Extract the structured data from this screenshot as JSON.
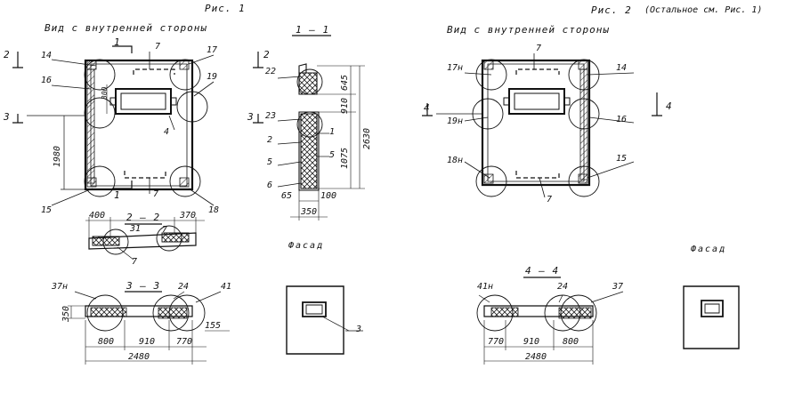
{
  "fig1": {
    "title": "Рис. 1",
    "subtitle": "Вид с внутренней стороны",
    "section_11": "1 — 1",
    "section_22": "2 — 2",
    "section_33": "3 — 3",
    "facade": "Фасад",
    "callouts": {
      "c14": "14",
      "c16": "16",
      "c17": "17",
      "c19": "19",
      "c15": "15",
      "c18": "18",
      "c7a": "7",
      "c7b": "7",
      "c7c": "7",
      "c7d": "7",
      "c4": "4",
      "c22": "22",
      "c23": "23",
      "c2a": "2",
      "c5a": "5",
      "c6": "6",
      "c1": "1",
      "c5b": "5",
      "c37n": "37н",
      "c24": "24",
      "c41": "41",
      "c3": "3",
      "c31": "31"
    },
    "cuts": {
      "cut1a": "1",
      "cut1b": "1",
      "cut2a": "2",
      "cut2b": "2",
      "cut3a": "3",
      "cut3b": "3"
    },
    "dims": {
      "d300": "300",
      "d1980": "1980",
      "d645": "645",
      "d910v": "910",
      "d1075": "1075",
      "d2630": "2630",
      "d65": "65",
      "d100": "100",
      "d350a": "350",
      "d400": "400",
      "d370": "370",
      "d350b": "350",
      "d800": "800",
      "d910h": "910",
      "d770": "770",
      "d155": "155",
      "d2480": "2480"
    }
  },
  "fig2": {
    "title": "Рис. 2",
    "note": "(Остальное см. Рис. 1)",
    "subtitle": "Вид с внутренней стороны",
    "section_44": "4 — 4",
    "facade": "Фасад",
    "callouts": {
      "c17n": "17н",
      "c19n": "19н",
      "c18n": "18н",
      "c14": "14",
      "c16": "16",
      "c15": "15",
      "c7a": "7",
      "c7b": "7",
      "c41n": "41н",
      "c24": "24",
      "c37": "37"
    },
    "cuts": {
      "cut4a": "4",
      "cut4b": "4"
    },
    "dims": {
      "d770": "770",
      "d910": "910",
      "d800": "800",
      "d2480": "2480"
    }
  }
}
